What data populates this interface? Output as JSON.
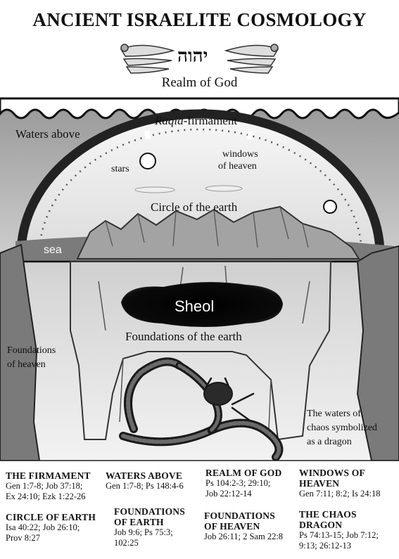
{
  "title": "ANCIENT ISRAELITE COSMOLOGY",
  "divine_name": "יהוה",
  "labels": {
    "realm_of_god": "Realm of God",
    "raqia_italic": "Raqia",
    "raqia_rest": "-firmament",
    "waters_above": "Waters above",
    "windows_line1": "windows",
    "windows_line2": "of heaven",
    "stars": "stars",
    "circle_of_earth": "Circle of the earth",
    "sea": "sea",
    "sheol": "Sheol",
    "foundations_of_earth": "Foundations of the earth",
    "foundations_heaven_line1": "Foundations",
    "foundations_heaven_line2": "of heaven",
    "chaos_line1": "The waters of",
    "chaos_line2": "chaos symbolized",
    "chaos_line3": "as a dragon"
  },
  "references": {
    "firmament": {
      "heading": "THE FIRMAMENT",
      "lines": [
        "Gen 1:7-8; Job 37:18;",
        "Ex 24:10; Ezk 1:22-26"
      ]
    },
    "circle_of_earth": {
      "heading": "CIRCLE OF EARTH",
      "lines": [
        "Isa 40:22; Job 26:10;",
        "Prov 8:27"
      ]
    },
    "waters_above": {
      "heading": "WATERS ABOVE",
      "lines": [
        "Gen 1:7-8; Ps 148:4-6"
      ]
    },
    "foundations_of_earth": {
      "heading_lines": [
        "FOUNDATIONS",
        "OF EARTH"
      ],
      "lines": [
        "Job 9:6; Ps 75:3;",
        "102:25"
      ]
    },
    "realm_of_god": {
      "heading": "REALM OF GOD",
      "lines": [
        "Ps 104:2-3; 29:10;",
        "Job 22:12-14"
      ]
    },
    "foundations_of_heaven": {
      "heading_lines": [
        "FOUNDATIONS",
        "OF HEAVEN"
      ],
      "lines": [
        "Job 26:11; 2 Sam 22:8"
      ]
    },
    "windows_of_heaven": {
      "heading_lines": [
        "WINDOWS OF",
        "HEAVEN"
      ],
      "lines": [
        "Gen 7:11; 8:2; Is 24:18"
      ]
    },
    "chaos_dragon": {
      "heading_lines": [
        "THE CHAOS",
        "DRAGON"
      ],
      "lines": [
        "Ps 74:13-15; Job 7:12;",
        "9:13; 26:12-13"
      ]
    }
  },
  "colors": {
    "ink": "#111111",
    "paper": "#ffffff",
    "sky": "#d8d8d8",
    "sheol": "#0a0a0a",
    "rock": "#8a8a8a"
  }
}
